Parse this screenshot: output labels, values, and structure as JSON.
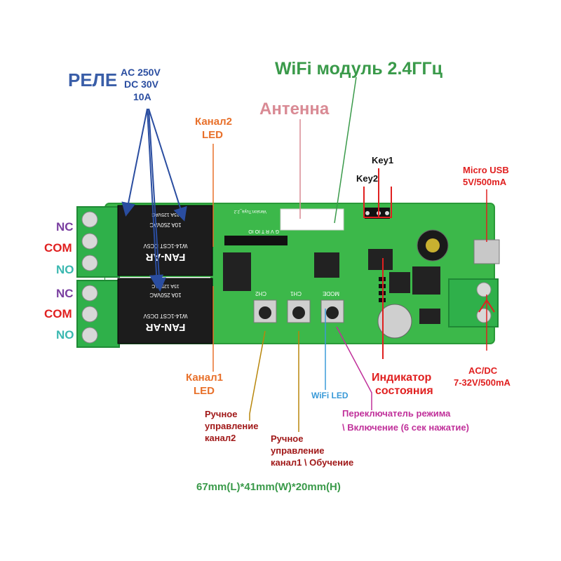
{
  "labels": {
    "relay_title": "РЕЛЕ",
    "relay_spec_1": "AC 250V",
    "relay_spec_2": "DC 30V",
    "relay_spec_3": "10A",
    "wifi_module": "WiFi модуль 2.4ГГц",
    "antenna": "Антенна",
    "ch2_led_1": "Канал2",
    "ch2_led_2": "LED",
    "key1": "Key1",
    "key2": "Key2",
    "micro_usb_1": "Micro USB",
    "micro_usb_2": "5V/500mA",
    "nc_1": "NC",
    "com_1": "COM",
    "no_1": "NO",
    "nc_2": "NC",
    "com_2": "COM",
    "no_2": "NO",
    "ch1_led_1": "Канал1",
    "ch1_led_2": "LED",
    "status_1": "Индикатор",
    "status_2": "состояния",
    "power_1": "AC/DC",
    "power_2": "7-32V/500mA",
    "wifi_led": "WiFi LED",
    "mode_1": "Переключатель режима",
    "mode_2": "\\ Включение (6 сек нажатие)",
    "manual_ch2_1": "Ручное",
    "manual_ch2_2": "управление",
    "manual_ch2_3": "канал2",
    "manual_ch1_1": "Ручное",
    "manual_ch1_2": "управление",
    "manual_ch1_3": "канал1 \\ Обучение",
    "dimensions": "67mm(L)*41mm(W)*20mm(H)"
  },
  "board": {
    "relay_text_1": "FAN-AR",
    "relay_text_2": "W14-1CST DC5V",
    "relay_text_3": "10A 250VAC",
    "relay_text_4": "15A 125VAC",
    "silk_ch2": "CH2",
    "silk_ch1": "CH1",
    "silk_mode": "MODE",
    "silk_version": "Version:Tuya_2.2",
    "silk_pins": "G V R T IO IO"
  },
  "colors": {
    "relay_title": "#3a5ea8",
    "relay_spec": "#2a4da0",
    "wifi_module": "#3a9a4a",
    "antenna": "#d98a94",
    "orange": "#e8702a",
    "red": "#e02020",
    "nc": "#7a3fa0",
    "com": "#e02020",
    "no": "#3ab8b0",
    "wifi_led": "#3a9ad8",
    "magenta": "#c0309a",
    "dark_red": "#a01818",
    "pcb": "#3cb84a",
    "terminal": "#2fb04a"
  },
  "icons": [
    "arrow-icon"
  ]
}
